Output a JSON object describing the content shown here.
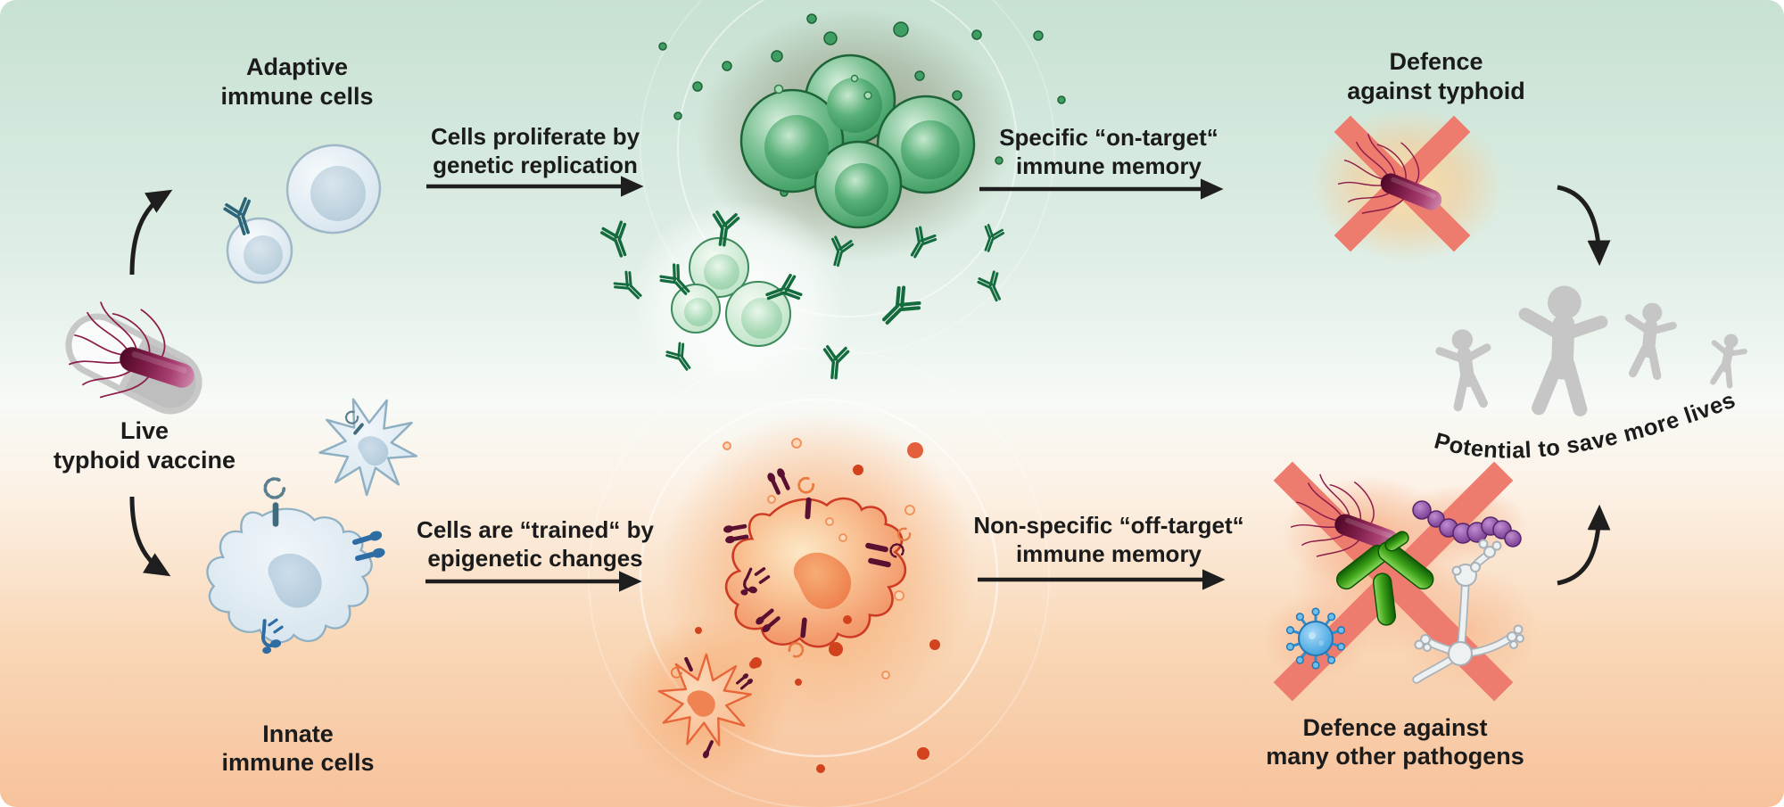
{
  "labels": {
    "adaptive": {
      "line1": "Adaptive",
      "line2": "immune cells"
    },
    "vaccine": {
      "line1": "Live",
      "line2": "typhoid vaccine"
    },
    "innate": {
      "line1": "Innate",
      "line2": "immune cells"
    },
    "proliferate": {
      "line1": "Cells proliferate by",
      "line2": "genetic replication"
    },
    "on_target": {
      "line1": "Specific “on-target“",
      "line2": "immune memory"
    },
    "defence_typhoid": {
      "line1": "Defence",
      "line2": "against typhoid"
    },
    "trained": {
      "line1": "Cells are “trained“ by",
      "line2": "epigenetic changes"
    },
    "off_target": {
      "line1": "Non-specific “off-target“",
      "line2": "immune memory"
    },
    "defence_pathogens": {
      "line1": "Defence against",
      "line2": "many other pathogens"
    },
    "save_lives": "Potential to save more lives"
  },
  "palette": {
    "background_top": "#c7e1d2",
    "background_bottom": "#f7c29b",
    "text": "#1b1b1b",
    "arrow": "#1e1e1e",
    "adaptive_cell_blue": "#dfeaf2",
    "green_cell": "#49a46b",
    "antibody_green": "#136b3e",
    "innate_cell_blue": "#dde9f1",
    "trained_cell_orange": "#f39b6d",
    "receptor_maroon": "#5a1030",
    "receptor_blue": "#2e6da4",
    "bacterium_maroon": "#7c1b47",
    "cross_red": "#ed7c6f",
    "people_gray": "#c6c6c6"
  }
}
